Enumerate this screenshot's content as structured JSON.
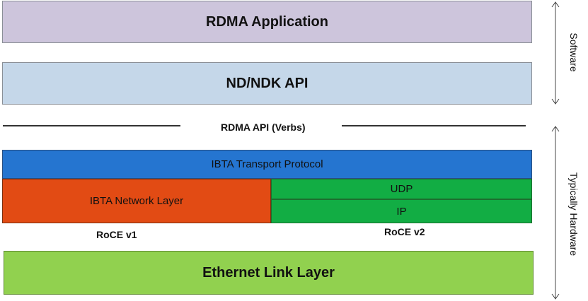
{
  "layers": {
    "application": {
      "label": "RDMA Application",
      "color": "#cdc5dc"
    },
    "api": {
      "label": "ND/NDK API",
      "color": "#c5d7e9"
    },
    "verbs": {
      "label": "RDMA API (Verbs)"
    },
    "transport": {
      "label": "IBTA Transport Protocol",
      "color": "#2575d0"
    },
    "network": {
      "label": "IBTA Network Layer",
      "color": "#e24b14"
    },
    "udp": {
      "label": "UDP",
      "color": "#12ad44"
    },
    "ip": {
      "label": "IP",
      "color": "#12ad44"
    },
    "ethernet": {
      "label": "Ethernet Link Layer",
      "color": "#91d14f"
    }
  },
  "captions": {
    "roce_v1": "RoCE v1",
    "roce_v2": "RoCE v2"
  },
  "side_labels": {
    "software": "Software",
    "hardware": "Typically Hardware"
  },
  "icons": {
    "software_arrow": "double-headed-arrow-icon",
    "hardware_arrow": "double-headed-arrow-icon"
  }
}
